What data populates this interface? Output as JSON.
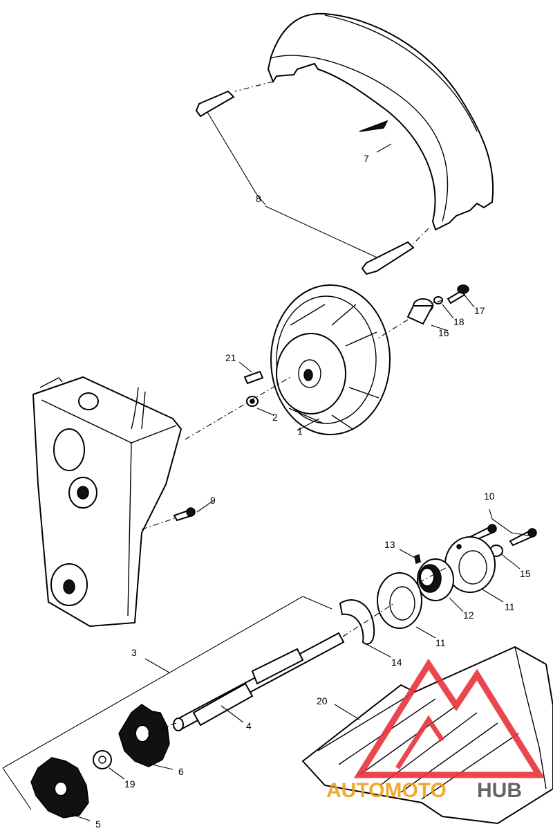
{
  "callouts": [
    {
      "id": "1",
      "text": "1"
    },
    {
      "id": "2",
      "text": "2"
    },
    {
      "id": "3",
      "text": "3"
    },
    {
      "id": "4",
      "text": "4"
    },
    {
      "id": "5",
      "text": "5"
    },
    {
      "id": "6",
      "text": "6"
    },
    {
      "id": "7",
      "text": "7"
    },
    {
      "id": "8",
      "text": "8"
    },
    {
      "id": "9",
      "text": "9"
    },
    {
      "id": "10",
      "text": "10"
    },
    {
      "id": "11a",
      "text": "11"
    },
    {
      "id": "11b",
      "text": "11"
    },
    {
      "id": "12",
      "text": "12"
    },
    {
      "id": "13",
      "text": "13"
    },
    {
      "id": "14",
      "text": "14"
    },
    {
      "id": "15",
      "text": "15"
    },
    {
      "id": "16",
      "text": "16"
    },
    {
      "id": "17",
      "text": "17"
    },
    {
      "id": "18",
      "text": "18"
    },
    {
      "id": "19",
      "text": "19"
    },
    {
      "id": "20",
      "text": "20"
    },
    {
      "id": "21",
      "text": "21"
    }
  ],
  "watermark": {
    "text_part1": "AUTOMOTO",
    "text_part2": "HUB",
    "color_part1": "#f0a020",
    "color_part2": "#555555",
    "logo_color": "#e8323a"
  }
}
